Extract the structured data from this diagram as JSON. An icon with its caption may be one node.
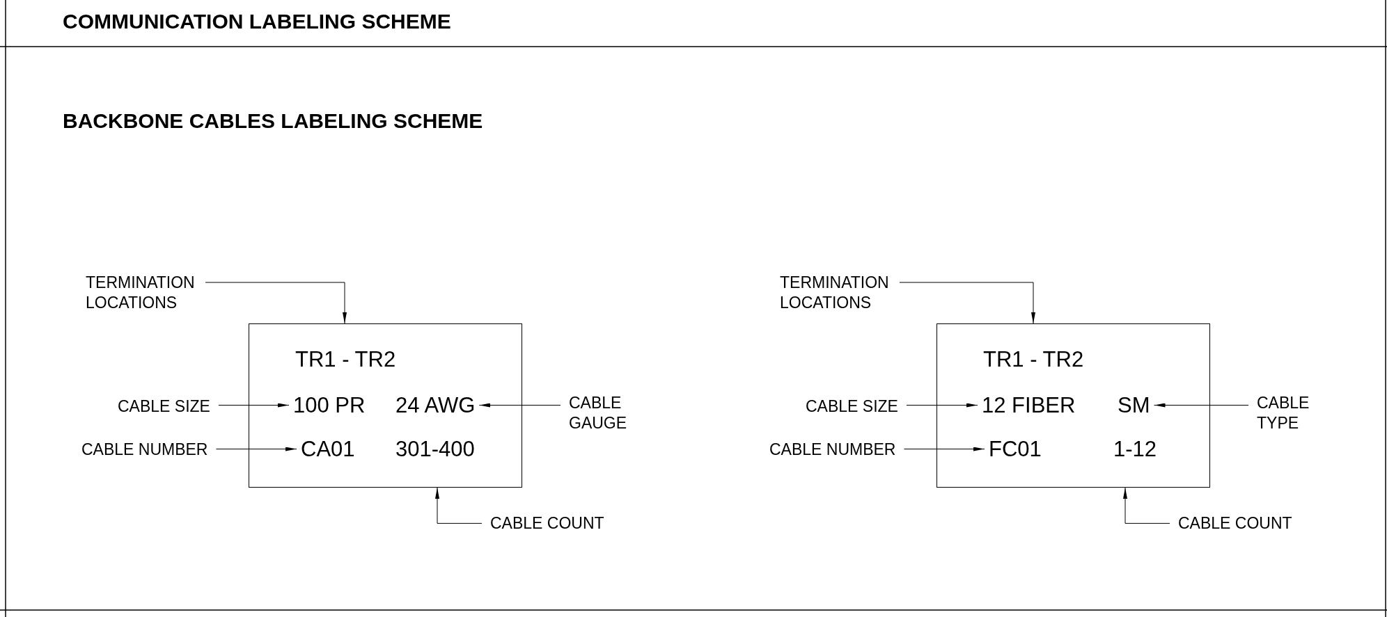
{
  "diagram": {
    "title": "COMMUNICATION LABELING SCHEME",
    "nodes": [
      {
        "text": [
          "TERMINATION LOCATIONS"
        ]
      },
      {
        "text": [],
        "shape": "box"
      },
      {
        "text": [
          "TR1 - TR2"
        ],
        "in": 1
      },
      {
        "text": [
          "100 PR"
        ],
        "in": 1
      },
      {
        "text": [
          "24 AWG"
        ],
        "in": 1
      },
      {
        "text": [
          "CA01"
        ],
        "in": 1
      },
      {
        "text": [
          "301-400"
        ],
        "in": 1
      },
      {
        "text": [
          "CABLE SIZE"
        ]
      },
      {
        "text": [
          "CABLE GAUGE"
        ]
      },
      {
        "text": [
          "CABLE NUMBER"
        ]
      },
      {
        "text": [
          "CABLE COUNT"
        ]
      },
      {
        "text": [
          "TERMINATION LOCATIONS"
        ]
      },
      {
        "text": [],
        "shape": "box"
      },
      {
        "text": [
          "TR1 - TR2"
        ],
        "in": 12
      },
      {
        "text": [
          "12 FIBER"
        ],
        "in": 12
      },
      {
        "text": [
          "SM"
        ],
        "in": 12
      },
      {
        "text": [
          "FC01"
        ],
        "in": 12
      },
      {
        "text": [
          "1-12"
        ],
        "in": 12
      },
      {
        "text": [
          "CABLE SIZE"
        ]
      },
      {
        "text": [
          "CABLE TYPE"
        ]
      },
      {
        "text": [
          "CABLE NUMBER"
        ]
      },
      {
        "text": [
          "CABLE COUNT"
        ]
      }
    ],
    "edges": [
      {
        "from": 0,
        "to": 1,
        "arrow": "to"
      },
      {
        "from": 7,
        "to": 3,
        "arrow": "to"
      },
      {
        "from": 8,
        "to": 4,
        "arrow": "to"
      },
      {
        "from": 9,
        "to": 5,
        "arrow": "to"
      },
      {
        "from": 10,
        "to": 1,
        "arrow": "to"
      },
      {
        "from": 11,
        "to": 12,
        "arrow": "to"
      },
      {
        "from": 18,
        "to": 14,
        "arrow": "to"
      },
      {
        "from": 19,
        "to": 15,
        "arrow": "to"
      },
      {
        "from": 20,
        "to": 16,
        "arrow": "to"
      },
      {
        "from": 21,
        "to": 12,
        "arrow": "to"
      }
    ],
    "labels": [
      "BACKBONE CABLES LABELING SCHEME"
    ]
  }
}
